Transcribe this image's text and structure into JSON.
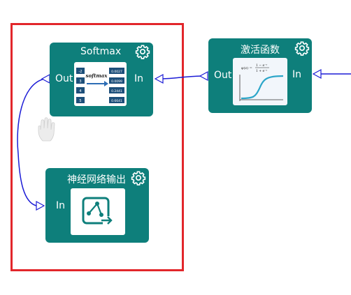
{
  "nodes": {
    "softmax": {
      "title": "Softmax",
      "out_label": "Out",
      "in_label": "In",
      "thumb": {
        "heading": "softmax",
        "inputs": [
          "-2",
          "3",
          "4",
          "5"
        ],
        "outputs": [
          "0.0027",
          "0.0099",
          "0.2441",
          "0.6641"
        ]
      }
    },
    "activation": {
      "title": "激活函数",
      "out_label": "Out",
      "in_label": "In",
      "thumb": {
        "formula_lhs": "φ(z) =",
        "formula_num": "1 − e⁻ᶻ",
        "formula_den": "1 + e⁻ᶻ"
      }
    },
    "output": {
      "title": "神经网络输出",
      "in_label": "In"
    }
  },
  "colors": {
    "node_bg": "#0e7f7b",
    "connection": "#1b1bd6",
    "selection": "#e2262b",
    "sigmoid_curve": "#2ca6c9"
  },
  "icons": {
    "settings": "gear-icon",
    "cursor": "hand-cursor-icon",
    "output": "share-export-icon"
  }
}
